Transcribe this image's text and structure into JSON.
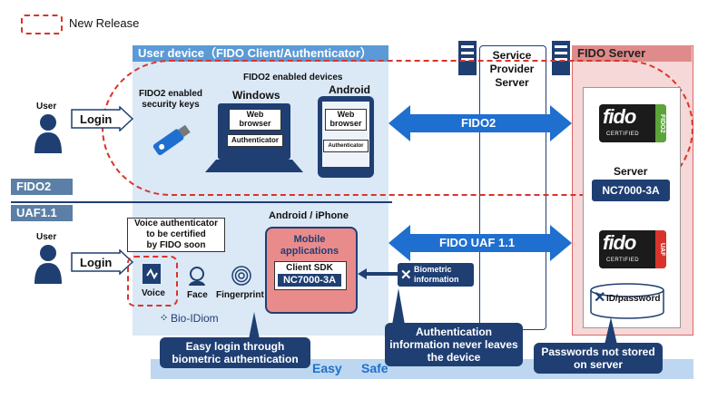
{
  "legend": {
    "label": "New Release"
  },
  "user_device": {
    "title": "User device（FIDO Client/Authenticator）"
  },
  "service_provider": {
    "title": "Service\nProvider\nServer"
  },
  "fido_server": {
    "title": "FIDO Server"
  },
  "fido2_section": {
    "label": "FIDO2",
    "user_label": "User",
    "login": "Login",
    "security_keys": "FIDO2 enabled\nsecurity keys",
    "enabled_devices": "FIDO2 enabled devices",
    "windows": "Windows",
    "android": "Android",
    "web_browser": "Web\nbrowser",
    "authenticator": "Authenticator",
    "protocol": "FIDO2"
  },
  "uaf_section": {
    "label": "UAF1.1",
    "user_label": "User",
    "login": "Login",
    "voice_note": "Voice authenticator\nto be certified\nby FIDO soon",
    "voice": "Voice",
    "face": "Face",
    "fingerprint": "Fingerprint",
    "bio_idiom": "Bio-IDiom",
    "android_iphone": "Android / iPhone",
    "mobile_apps": "Mobile\napplications",
    "client_sdk": "Client SDK",
    "sdk_model": "NC7000-3A",
    "biometric_info": "Biometric\ninformation",
    "protocol": "FIDO UAF 1.1"
  },
  "server": {
    "label": "Server",
    "model": "NC7000-3A",
    "fido_word": "fido",
    "certified": "CERTIFIED",
    "fido2_side": "FIDO2",
    "uaf_side": "UAF",
    "id_password": "ID/password"
  },
  "callouts": {
    "easy_login": "Easy login through\nbiometric authentication",
    "never_leaves": "Authentication\ninformation never leaves\nthe device",
    "not_stored": "Passwords not stored\non server"
  },
  "bands": {
    "easy": "Easy",
    "safe": "Safe"
  },
  "colors": {
    "navy": "#1f3f73",
    "arrow_blue": "#1e6fd0",
    "red_dash": "#d9342b",
    "device_bg": "#dbe8f6",
    "server_bg": "#f6d8d8"
  }
}
